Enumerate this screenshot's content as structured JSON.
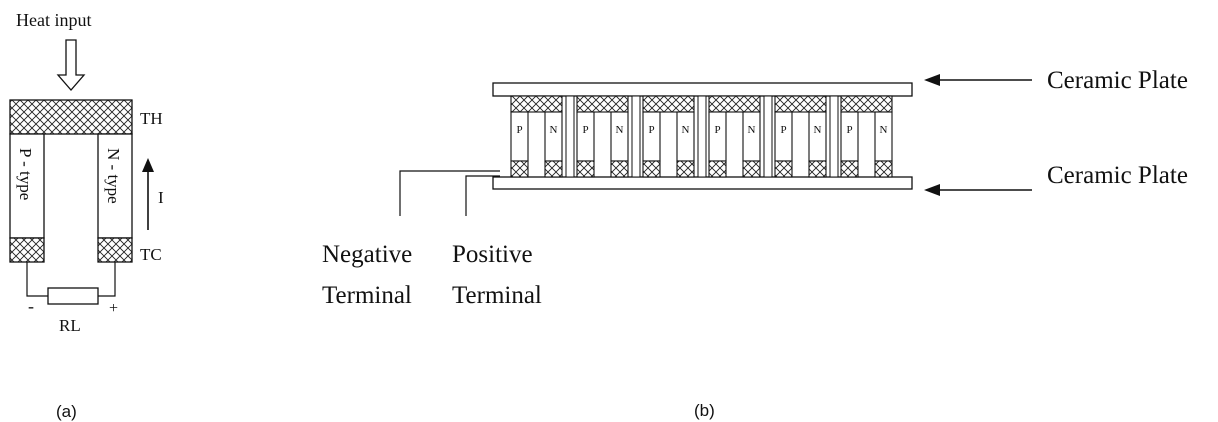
{
  "figure_a": {
    "heat_input_label": "Heat input",
    "hot_side_label": "TH",
    "cold_side_label": "TC",
    "p_leg_label": "P - type",
    "n_leg_label": "N - type",
    "current_label": "I",
    "load_label": "RL",
    "minus_sign": "-",
    "plus_sign": "+",
    "caption": "(a)"
  },
  "figure_b": {
    "top_plate_label": "Ceramic Plate",
    "bottom_plate_label": "Ceramic Plate",
    "negative_terminal_line1": "Negative",
    "negative_terminal_line2": "Terminal",
    "positive_terminal_line1": "Positive",
    "positive_terminal_line2": "Terminal",
    "p_label": "P",
    "n_label": "N",
    "caption": "(b)"
  }
}
